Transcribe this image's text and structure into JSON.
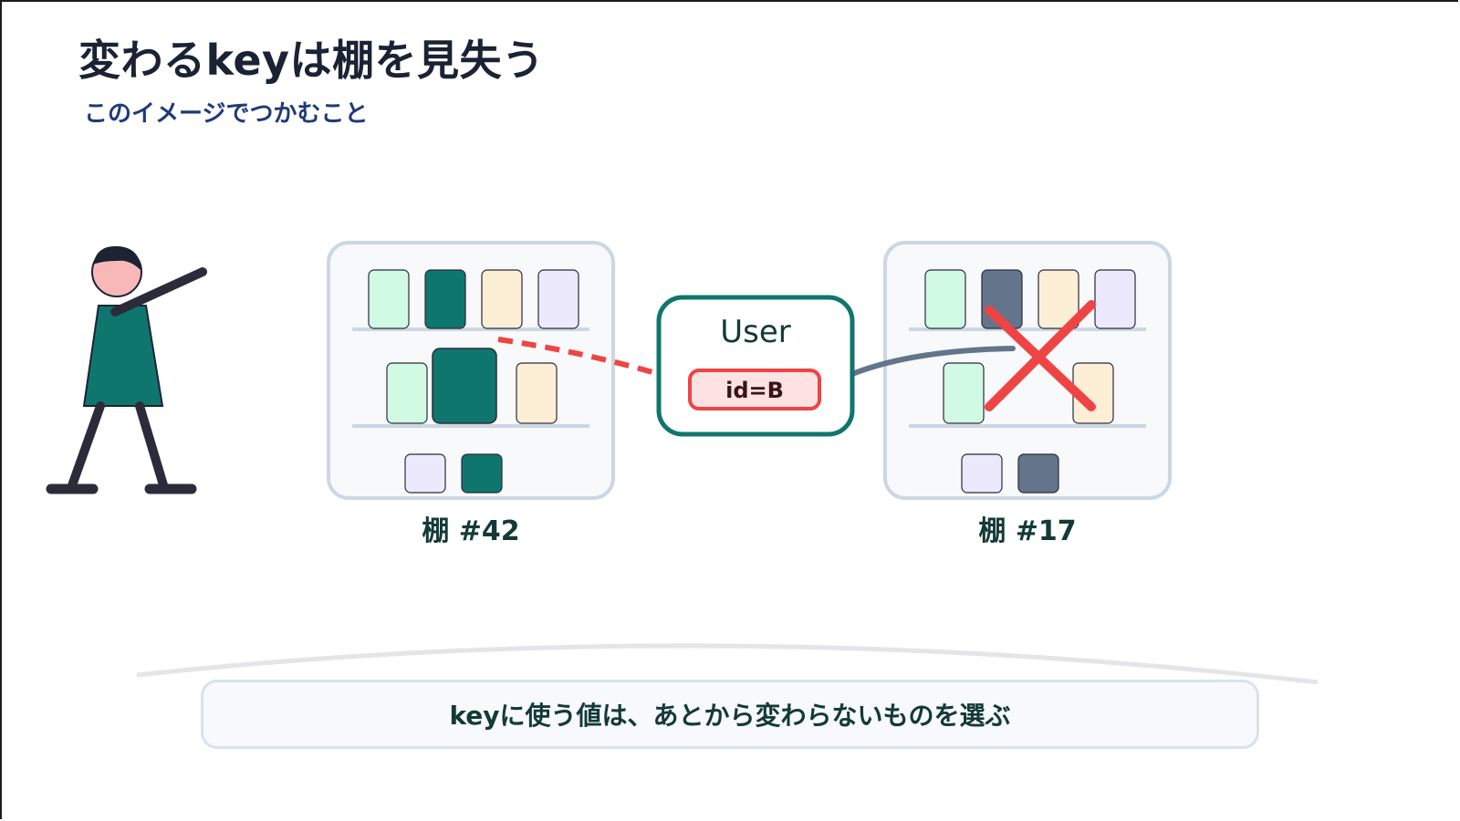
{
  "slide": {
    "title": "変わるkeyは棚を見失う",
    "subtitle": "このイメージでつかむこと",
    "caption": "keyに使う値は、あとから変わらないものを選ぶ"
  },
  "diagram": {
    "record": {
      "label": "User",
      "key": "id=B"
    },
    "shelf_left": {
      "label": "棚 #42",
      "status": "linked"
    },
    "shelf_right": {
      "label": "棚 #17",
      "status": "rejected"
    },
    "icons": [
      "person-pointing-icon",
      "cross-mark-icon"
    ],
    "colors": {
      "teal": "#0f766e",
      "mint": "#d1fae5",
      "peach": "#fdefd6",
      "lavender": "#ece9fc",
      "slate": "#64748b",
      "red": "#ef4444",
      "key_fill": "#fde2e4",
      "shelf_border": "#cdd7e3",
      "shelf_fill": "#f7f9fb"
    }
  }
}
